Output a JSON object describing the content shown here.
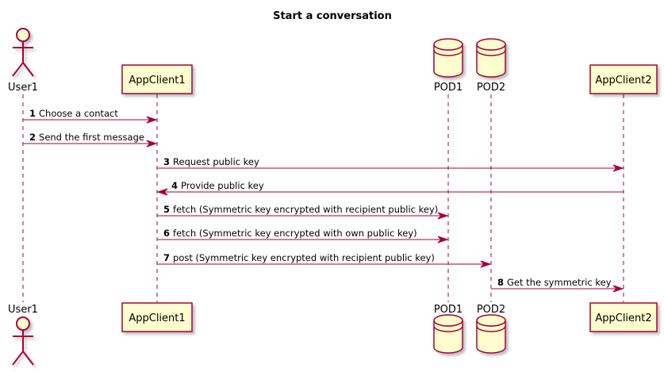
{
  "title": "Start a conversation",
  "participants": [
    {
      "id": "user1",
      "label": "User1",
      "kind": "actor"
    },
    {
      "id": "appclient1",
      "label": "AppClient1",
      "kind": "participant"
    },
    {
      "id": "pod1",
      "label": "POD1",
      "kind": "database"
    },
    {
      "id": "pod2",
      "label": "POD2",
      "kind": "database"
    },
    {
      "id": "appclient2",
      "label": "AppClient2",
      "kind": "participant"
    }
  ],
  "messages": [
    {
      "num": "1",
      "text": "Choose a contact",
      "from": "user1",
      "to": "appclient1"
    },
    {
      "num": "2",
      "text": "Send the first message",
      "from": "user1",
      "to": "appclient1"
    },
    {
      "num": "3",
      "text": "Request public key",
      "from": "appclient1",
      "to": "appclient2"
    },
    {
      "num": "4",
      "text": "Provide public key",
      "from": "appclient2",
      "to": "appclient1"
    },
    {
      "num": "5",
      "text": "fetch (Symmetric key encrypted with recipient public key)",
      "from": "appclient1",
      "to": "pod1"
    },
    {
      "num": "6",
      "text": "fetch (Symmetric key encrypted with own public key)",
      "from": "appclient1",
      "to": "pod1"
    },
    {
      "num": "7",
      "text": "post (Symmetric key encrypted with recipient public key)",
      "from": "appclient1",
      "to": "pod2"
    },
    {
      "num": "8",
      "text": "Get the symmetric key",
      "from": "pod2",
      "to": "appclient2"
    }
  ],
  "colors": {
    "line": "#A80036",
    "fill": "#FEFECE",
    "lifeline": "#A80036",
    "text": "#000000"
  }
}
